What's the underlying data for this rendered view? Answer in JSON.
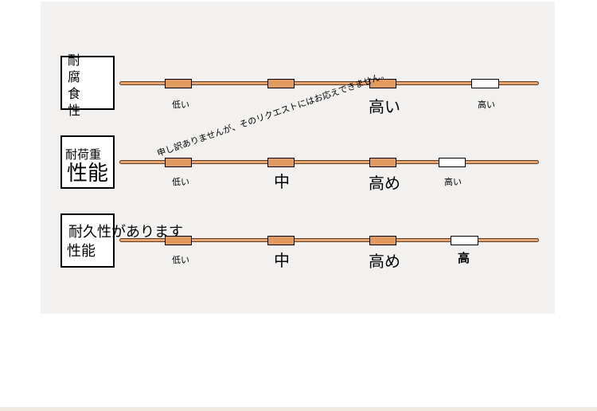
{
  "rows": [
    {
      "label_lines": [
        "耐",
        "腐",
        "食",
        "性"
      ],
      "ticks": [
        "低い",
        "",
        "高い",
        "高い"
      ]
    },
    {
      "label_small": "耐荷重",
      "label_large": "性能",
      "ticks": [
        "低い",
        "中",
        "高め",
        "高い"
      ]
    },
    {
      "label_line1": "耐久性があります",
      "label_line2": "性能",
      "ticks": [
        "低い",
        "中",
        "高め",
        "高"
      ]
    }
  ],
  "overlay_text": "申し訳ありませんが、そのリクエストにはお応えできません。"
}
